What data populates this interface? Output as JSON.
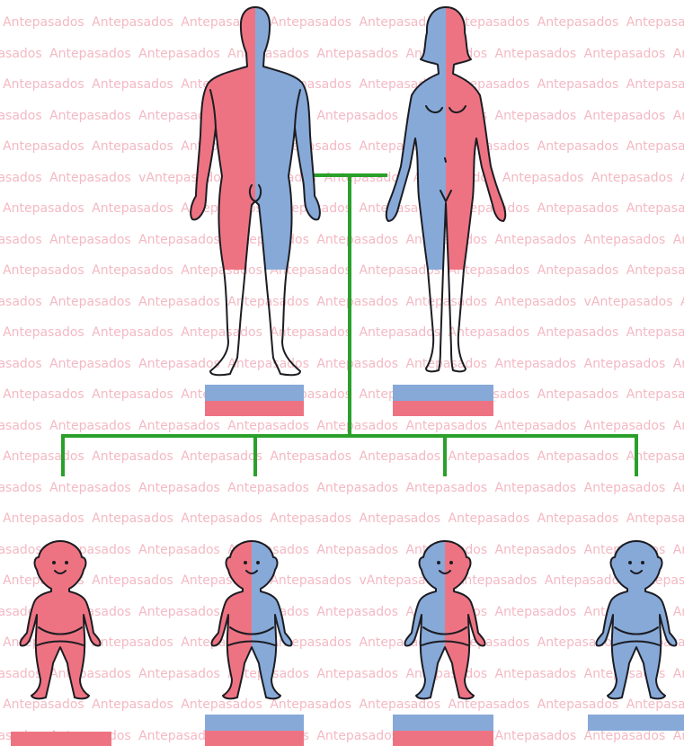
{
  "watermark": {
    "text": "Antepasados",
    "variant_text": "vAntepasados"
  },
  "colors": {
    "maternal": "#ee7382",
    "paternal": "#86a9d8",
    "line": "#2aa02b",
    "outline": "#1c1c22",
    "watermark": "#f4b9c3"
  },
  "figures": [
    {
      "id": "father",
      "kind": "adult-male",
      "icon": "father-figure-icon",
      "coloring": "left-pink-right-blue",
      "chromosome_bars": [
        "paternal",
        "maternal"
      ]
    },
    {
      "id": "mother",
      "kind": "adult-female",
      "icon": "mother-figure-icon",
      "coloring": "left-blue-right-pink",
      "chromosome_bars": [
        "paternal",
        "maternal"
      ]
    },
    {
      "id": "child-1",
      "kind": "child",
      "icon": "child-figure-icon",
      "coloring": "pink",
      "chromosome_bars": [
        "maternal"
      ]
    },
    {
      "id": "child-2",
      "kind": "child",
      "icon": "child-figure-icon",
      "coloring": "left-pink-right-blue",
      "chromosome_bars": [
        "paternal",
        "maternal"
      ]
    },
    {
      "id": "child-3",
      "kind": "child",
      "icon": "child-figure-icon",
      "coloring": "left-blue-right-pink",
      "chromosome_bars": [
        "paternal",
        "maternal"
      ]
    },
    {
      "id": "child-4",
      "kind": "child",
      "icon": "child-figure-icon",
      "coloring": "blue",
      "chromosome_bars": [
        "paternal"
      ]
    }
  ]
}
